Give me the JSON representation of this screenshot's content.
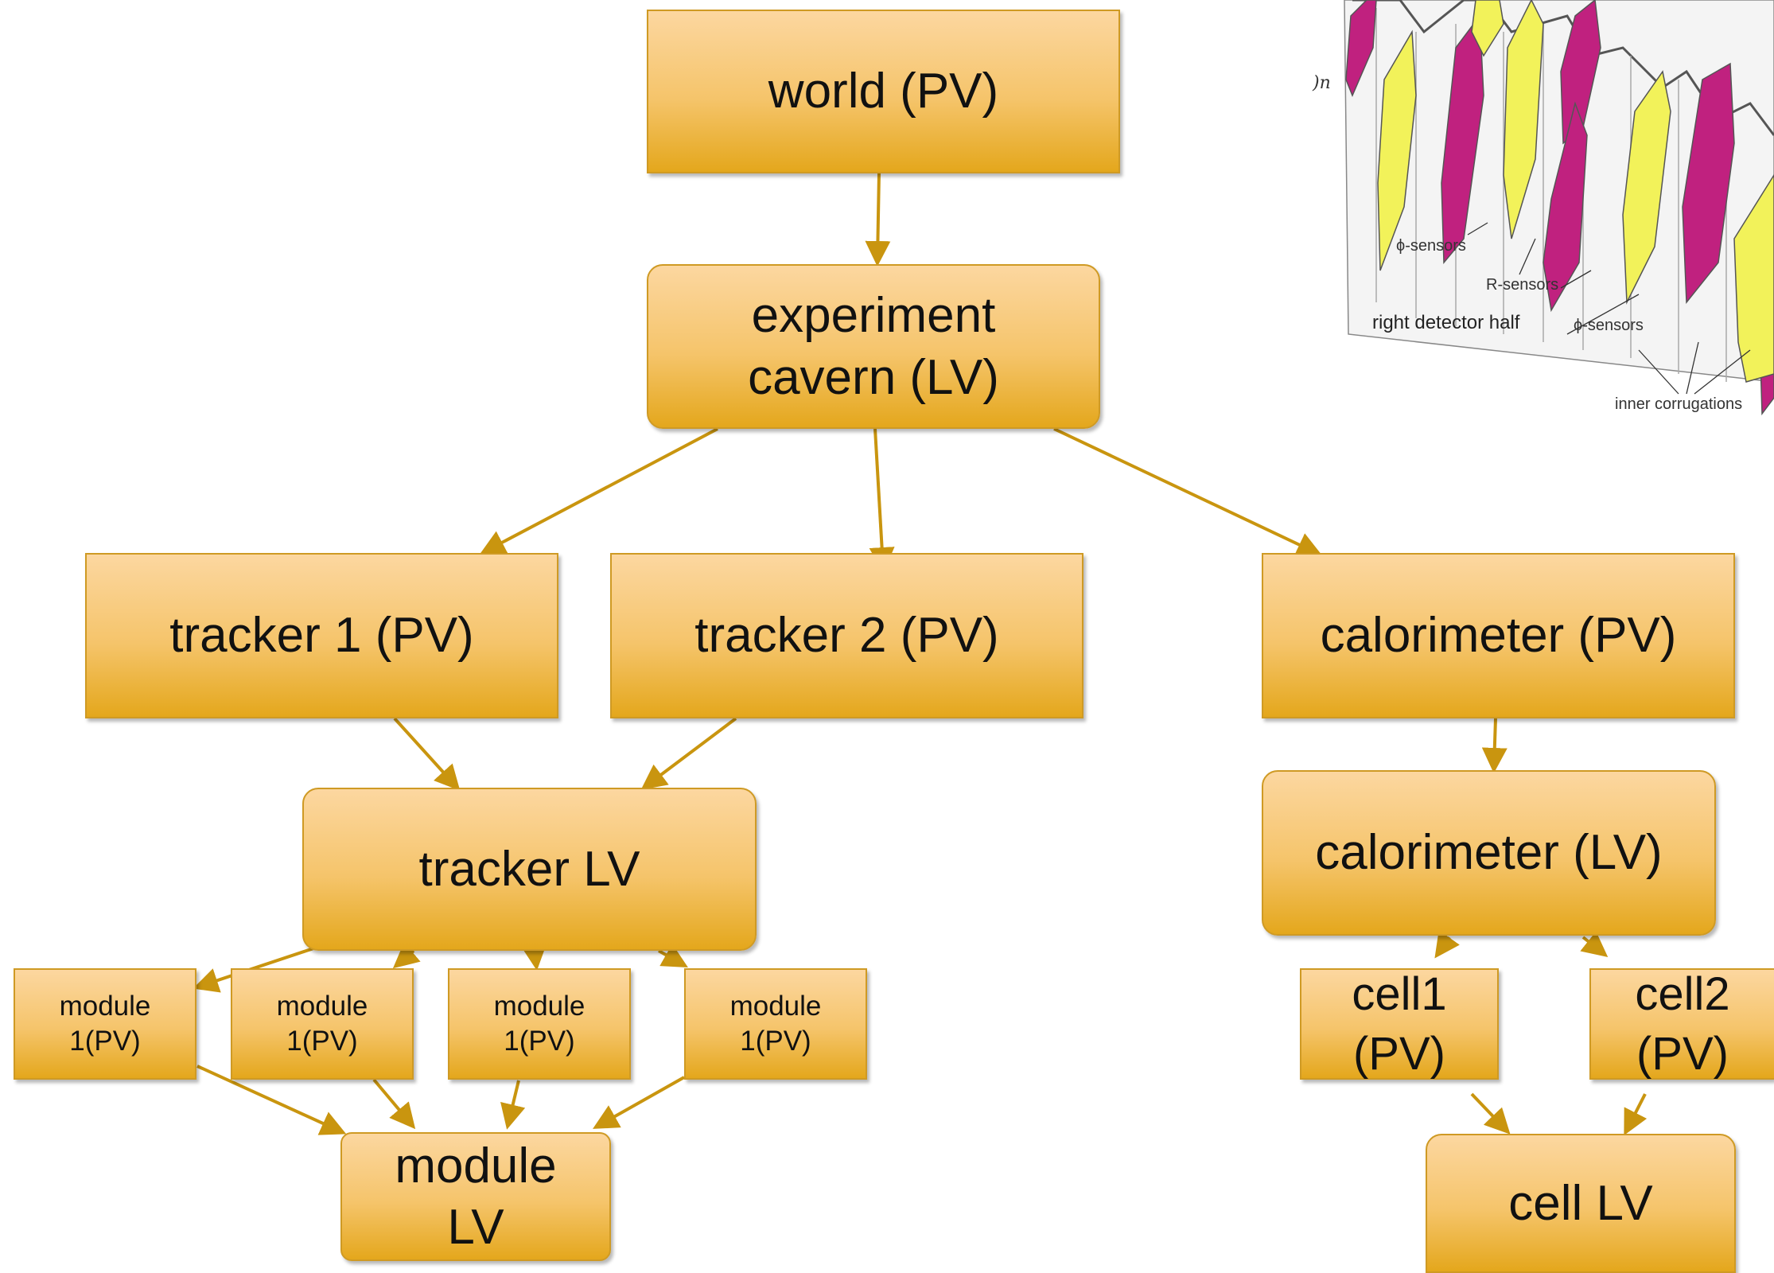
{
  "nodes": {
    "world": "world (PV)",
    "experiment": "experiment\ncavern (LV)",
    "tracker1": "tracker 1 (PV)",
    "tracker2": "tracker 2 (PV)",
    "calorimeter_pv": "calorimeter (PV)",
    "tracker_lv": "tracker LV",
    "calorimeter_lv": "calorimeter (LV)",
    "module1": "module\n1(PV)",
    "module2": "module\n1(PV)",
    "module3": "module\n1(PV)",
    "module4": "module\n1(PV)",
    "module_lv": "module\nLV",
    "cell1": "cell1\n(PV)",
    "cell2": "cell2\n(PV)",
    "cell_lv": "cell LV"
  },
  "inset": {
    "phi_sensors_1": "ϕ-sensors",
    "r_sensors": "R-sensors",
    "right_detector_half": "right detector half",
    "phi_sensors_2": "ϕ-sensors",
    "inner_corrugations": "inner corrugations",
    "clipped_text": ")n"
  },
  "colors": {
    "box_fill_top": "#fcd7a0",
    "box_fill_bottom": "#e4a71c",
    "box_border": "#cf9a24",
    "arrow": "#c9950f",
    "sensor_yellow": "#f2f25a",
    "sensor_magenta": "#c0217f"
  }
}
